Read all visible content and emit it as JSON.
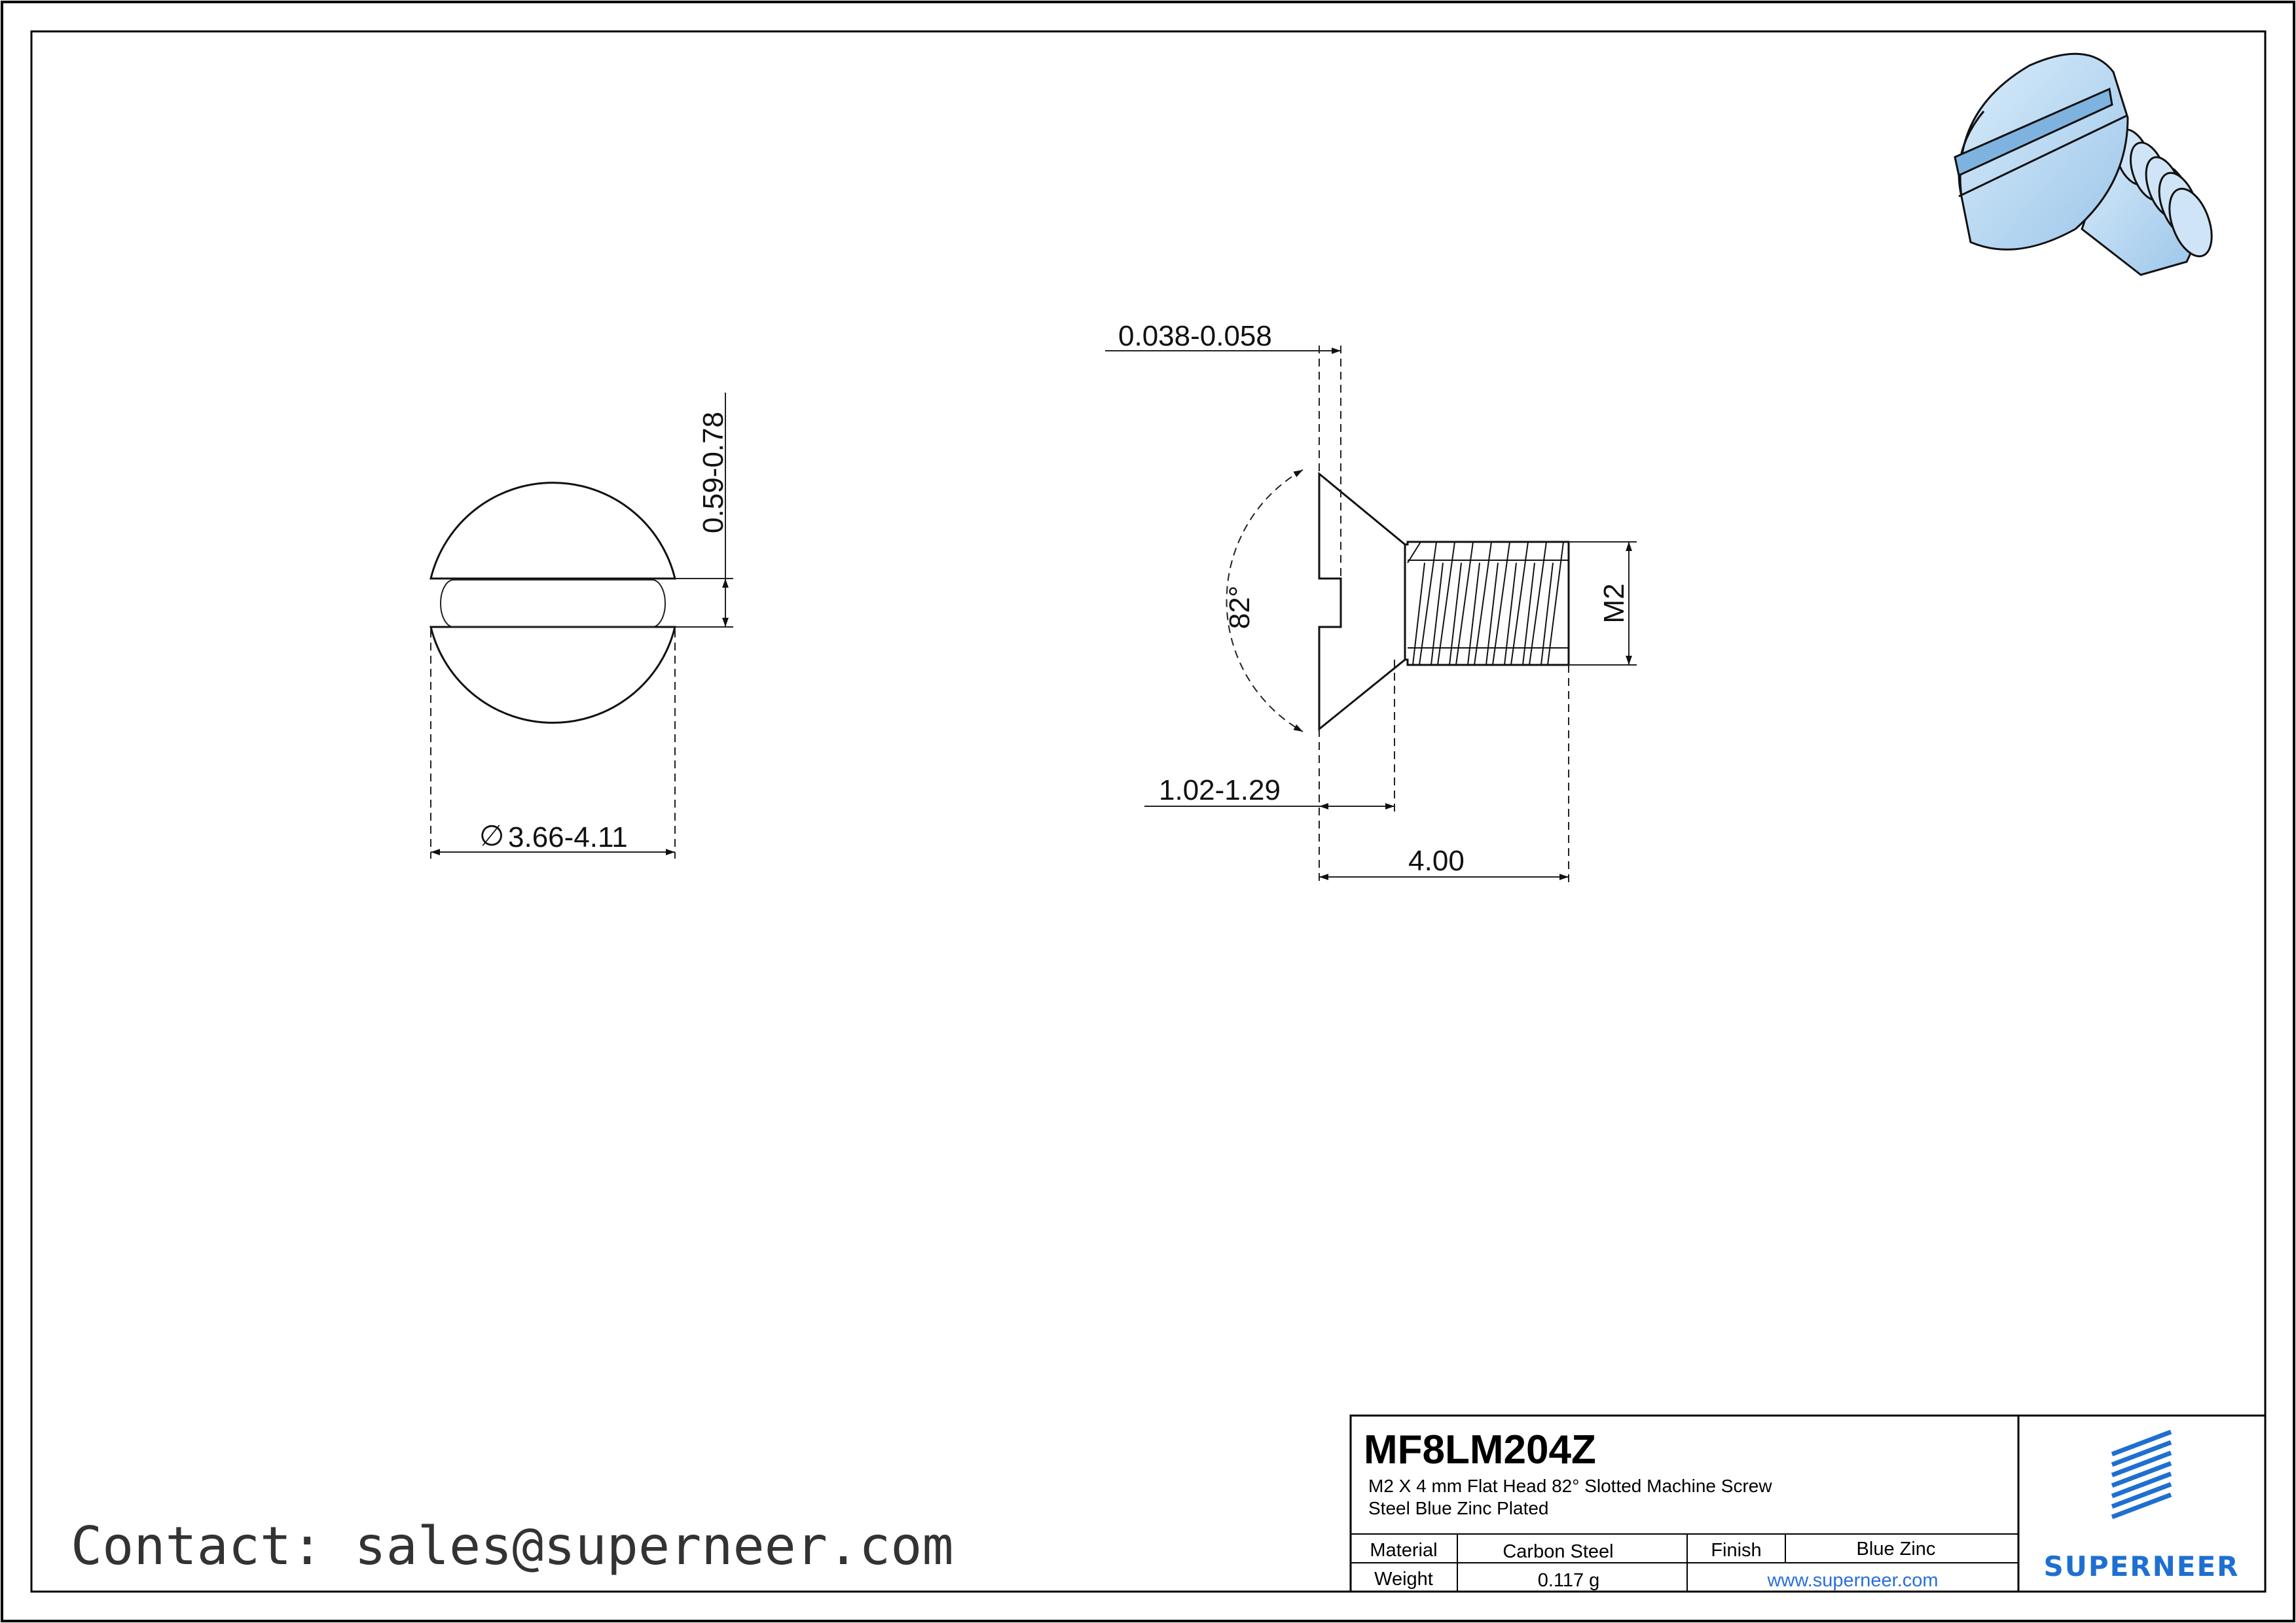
{
  "title_block": {
    "part_number": "MF8LM204Z",
    "description_line1": "M2 X 4 mm  Flat Head 82° Slotted Machine Screw",
    "description_line2": "Steel Blue Zinc Plated",
    "material_label": "Material",
    "material_value": "Carbon Steel",
    "finish_label": "Finish",
    "finish_value": "Blue Zinc",
    "weight_label": "Weight",
    "weight_value": "0.117 g",
    "website": "www.superneer.com"
  },
  "brand": {
    "name": "SUPERNEER",
    "color": "#1f6fd1"
  },
  "contact": {
    "text": "Contact: sales@superneer.com"
  },
  "top_view": {
    "slot_width_dim": "0.59-0.78",
    "diameter_symbol": "∅",
    "head_diameter_dim": "3.66-4.11"
  },
  "side_view": {
    "head_flat_dim": "0.038-0.058",
    "angle_dim": "82°",
    "slot_depth_dim": "1.02-1.29",
    "thread_dim": "M2",
    "length_dim": "4.00"
  },
  "iso_view": {
    "color": "#b8d8f2"
  }
}
